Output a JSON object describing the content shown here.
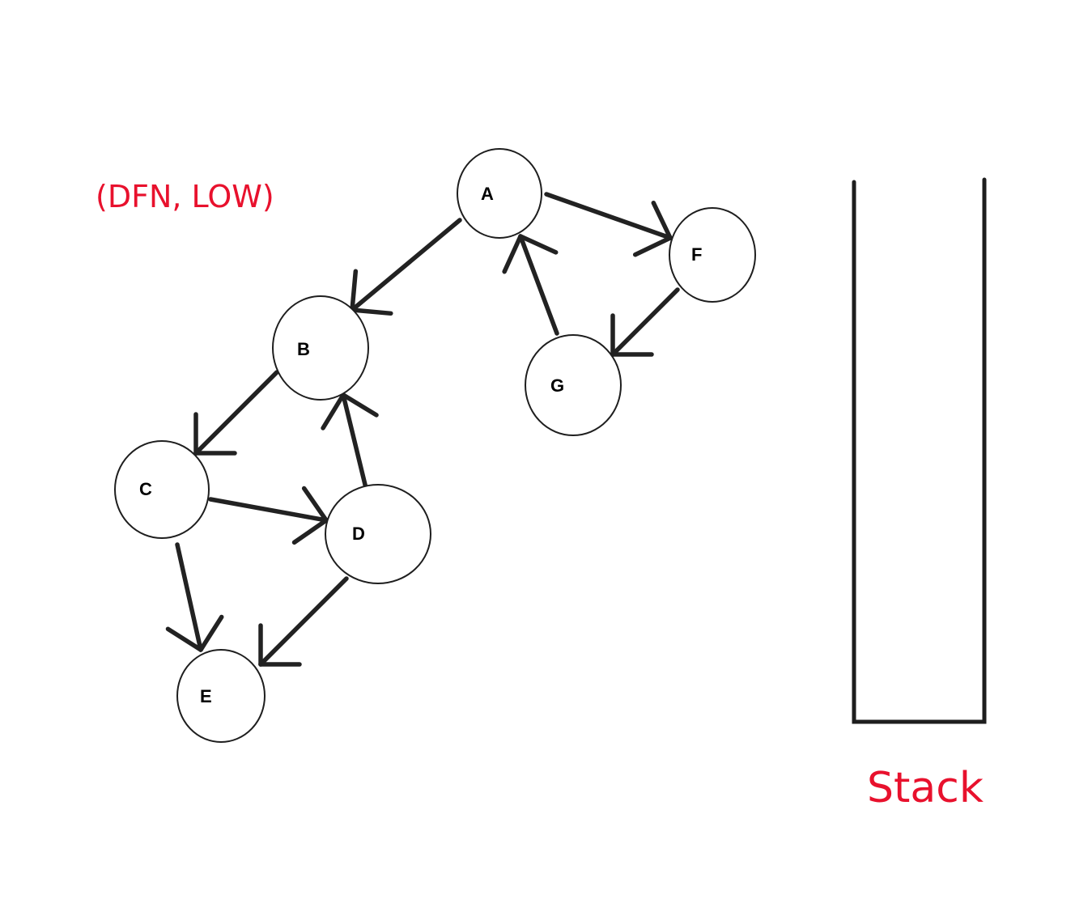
{
  "legend": {
    "text": "(DFN, LOW)",
    "color": "#e8112d"
  },
  "stack": {
    "label": "Stack",
    "color": "#e8112d"
  },
  "nodes": [
    {
      "id": "A",
      "label": "A"
    },
    {
      "id": "B",
      "label": "B"
    },
    {
      "id": "C",
      "label": "C"
    },
    {
      "id": "D",
      "label": "D"
    },
    {
      "id": "E",
      "label": "E"
    },
    {
      "id": "F",
      "label": "F"
    },
    {
      "id": "G",
      "label": "G"
    }
  ],
  "edges": [
    {
      "from": "A",
      "to": "B"
    },
    {
      "from": "A",
      "to": "F"
    },
    {
      "from": "F",
      "to": "G"
    },
    {
      "from": "G",
      "to": "A"
    },
    {
      "from": "B",
      "to": "C"
    },
    {
      "from": "C",
      "to": "D"
    },
    {
      "from": "D",
      "to": "B"
    },
    {
      "from": "C",
      "to": "E"
    },
    {
      "from": "D",
      "to": "E"
    }
  ]
}
